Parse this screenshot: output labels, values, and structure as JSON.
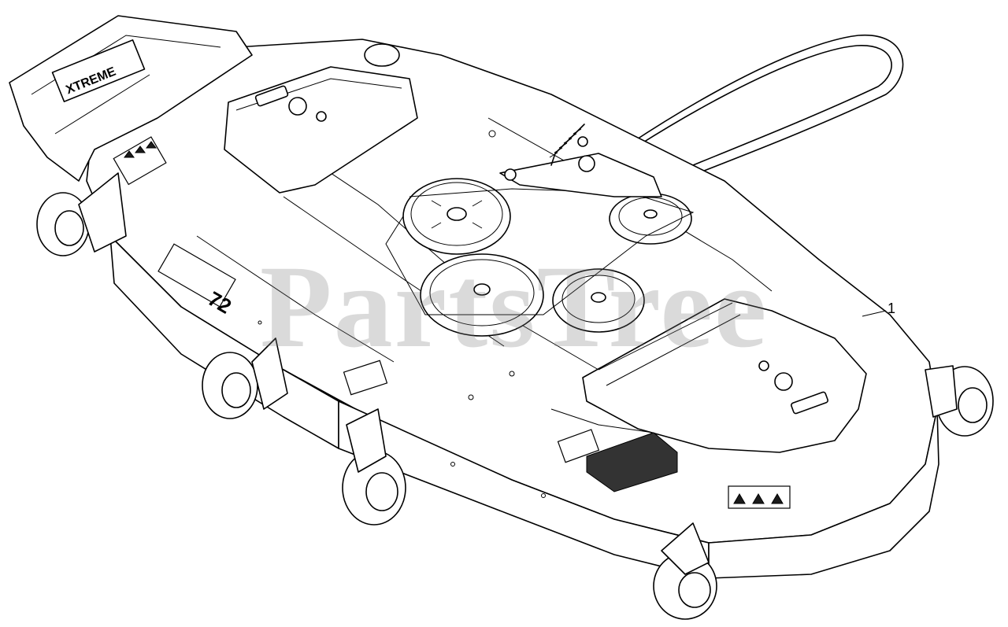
{
  "diagram": {
    "callouts": [
      {
        "label": "1"
      }
    ],
    "watermark": "PartsTree",
    "deck_lettering": "72",
    "brand_badge": "XTREME"
  },
  "colors": {
    "line": "#000000",
    "fill": "#ffffff",
    "watermark": "#7a7a7a"
  },
  "icons": [
    "pulley-icon",
    "wheel-icon",
    "warning-decal-icon",
    "belt-icon",
    "spring-icon"
  ]
}
